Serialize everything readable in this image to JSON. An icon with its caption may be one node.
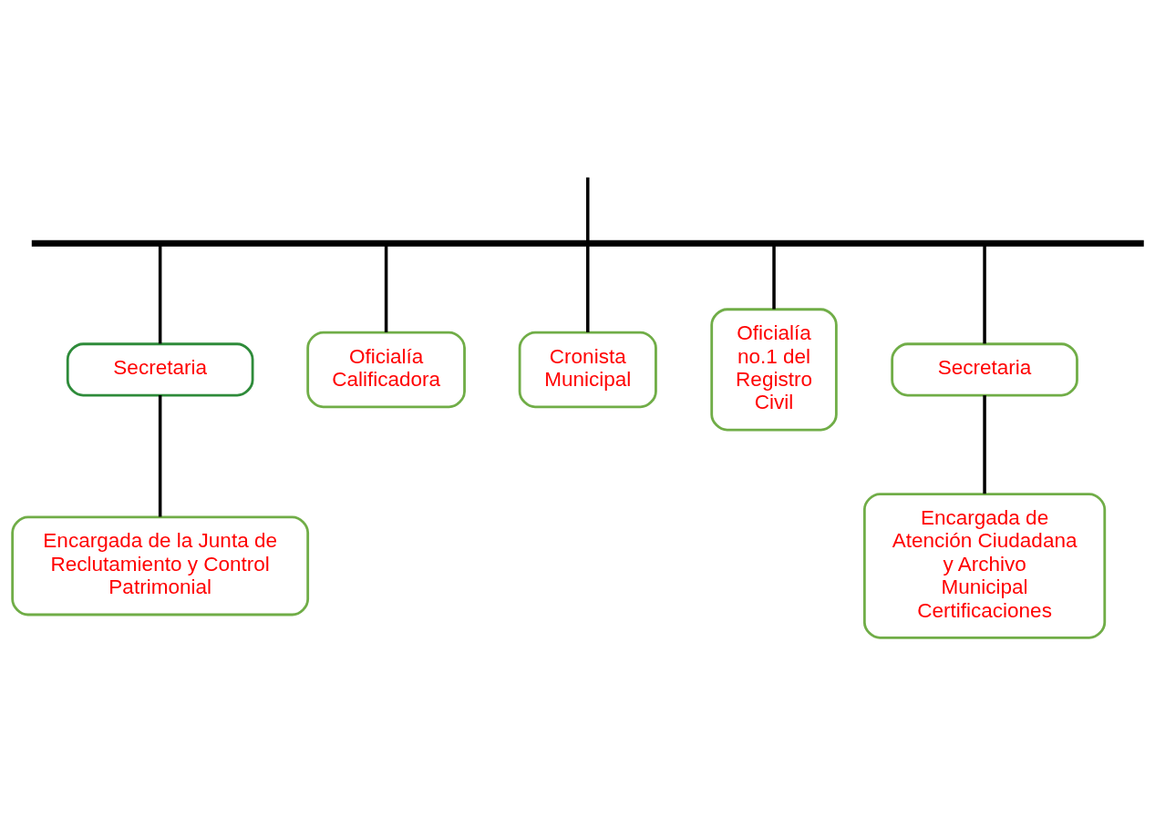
{
  "diagram": {
    "nodes": [
      {
        "text": [],
        "shape": "bar"
      },
      {
        "text": [
          "Secretaria"
        ]
      },
      {
        "text": [
          "Oficialía Calificadora"
        ]
      },
      {
        "text": [
          "Cronista Municipal"
        ]
      },
      {
        "text": [
          "Oficialía no.1 del Registro Civil"
        ]
      },
      {
        "text": [
          "Secretaria"
        ]
      },
      {
        "text": [
          "Encargada de la Junta de Reclutamiento y Control Patrimonial"
        ]
      },
      {
        "text": [
          "Encargada de Atención Ciudadana y Archivo Municipal Certificaciones"
        ]
      }
    ],
    "edges": [
      {
        "from": null,
        "to": 0,
        "arrow": "none"
      },
      {
        "from": 0,
        "to": 1,
        "arrow": "none"
      },
      {
        "from": 0,
        "to": 2,
        "arrow": "none"
      },
      {
        "from": 0,
        "to": 3,
        "arrow": "none"
      },
      {
        "from": 0,
        "to": 4,
        "arrow": "none"
      },
      {
        "from": 0,
        "to": 5,
        "arrow": "none"
      },
      {
        "from": 1,
        "to": 6,
        "arrow": "none"
      },
      {
        "from": 5,
        "to": 7,
        "arrow": "none"
      }
    ]
  }
}
